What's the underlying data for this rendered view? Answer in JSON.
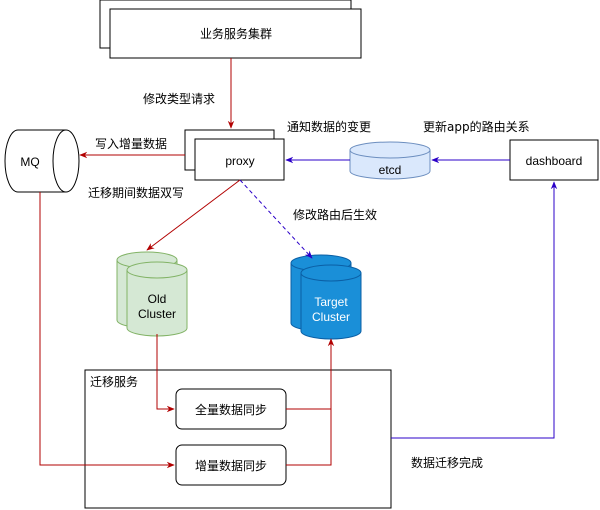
{
  "nodes": {
    "business_cluster": "业务服务集群",
    "proxy": "proxy",
    "mq": "MQ",
    "etcd": "etcd",
    "dashboard": "dashboard",
    "old_cluster": [
      "Old",
      "Cluster"
    ],
    "target_cluster": [
      "Target",
      "Cluster"
    ],
    "migration_service": "迁移服务",
    "full_sync": "全量数据同步",
    "incremental_sync": "增量数据同步"
  },
  "edges": {
    "modify_request": "修改类型请求",
    "write_incremental": "写入增量数据",
    "notify_change": "通知数据的变更",
    "update_routing": "更新app的路由关系",
    "dual_write": "迁移期间数据双写",
    "route_effective": "修改路由后生效",
    "migration_done": "数据迁移完成"
  },
  "colors": {
    "red_arrow": "#b20000",
    "blue_arrow": "#2b00c8",
    "old_fill": "#d5e8d4",
    "old_stroke": "#82b366",
    "target_fill": "#1a8fd8",
    "target_stroke": "#0b5fa5",
    "etcd_fill": "#dae8fc",
    "etcd_stroke": "#6c8ebf"
  }
}
